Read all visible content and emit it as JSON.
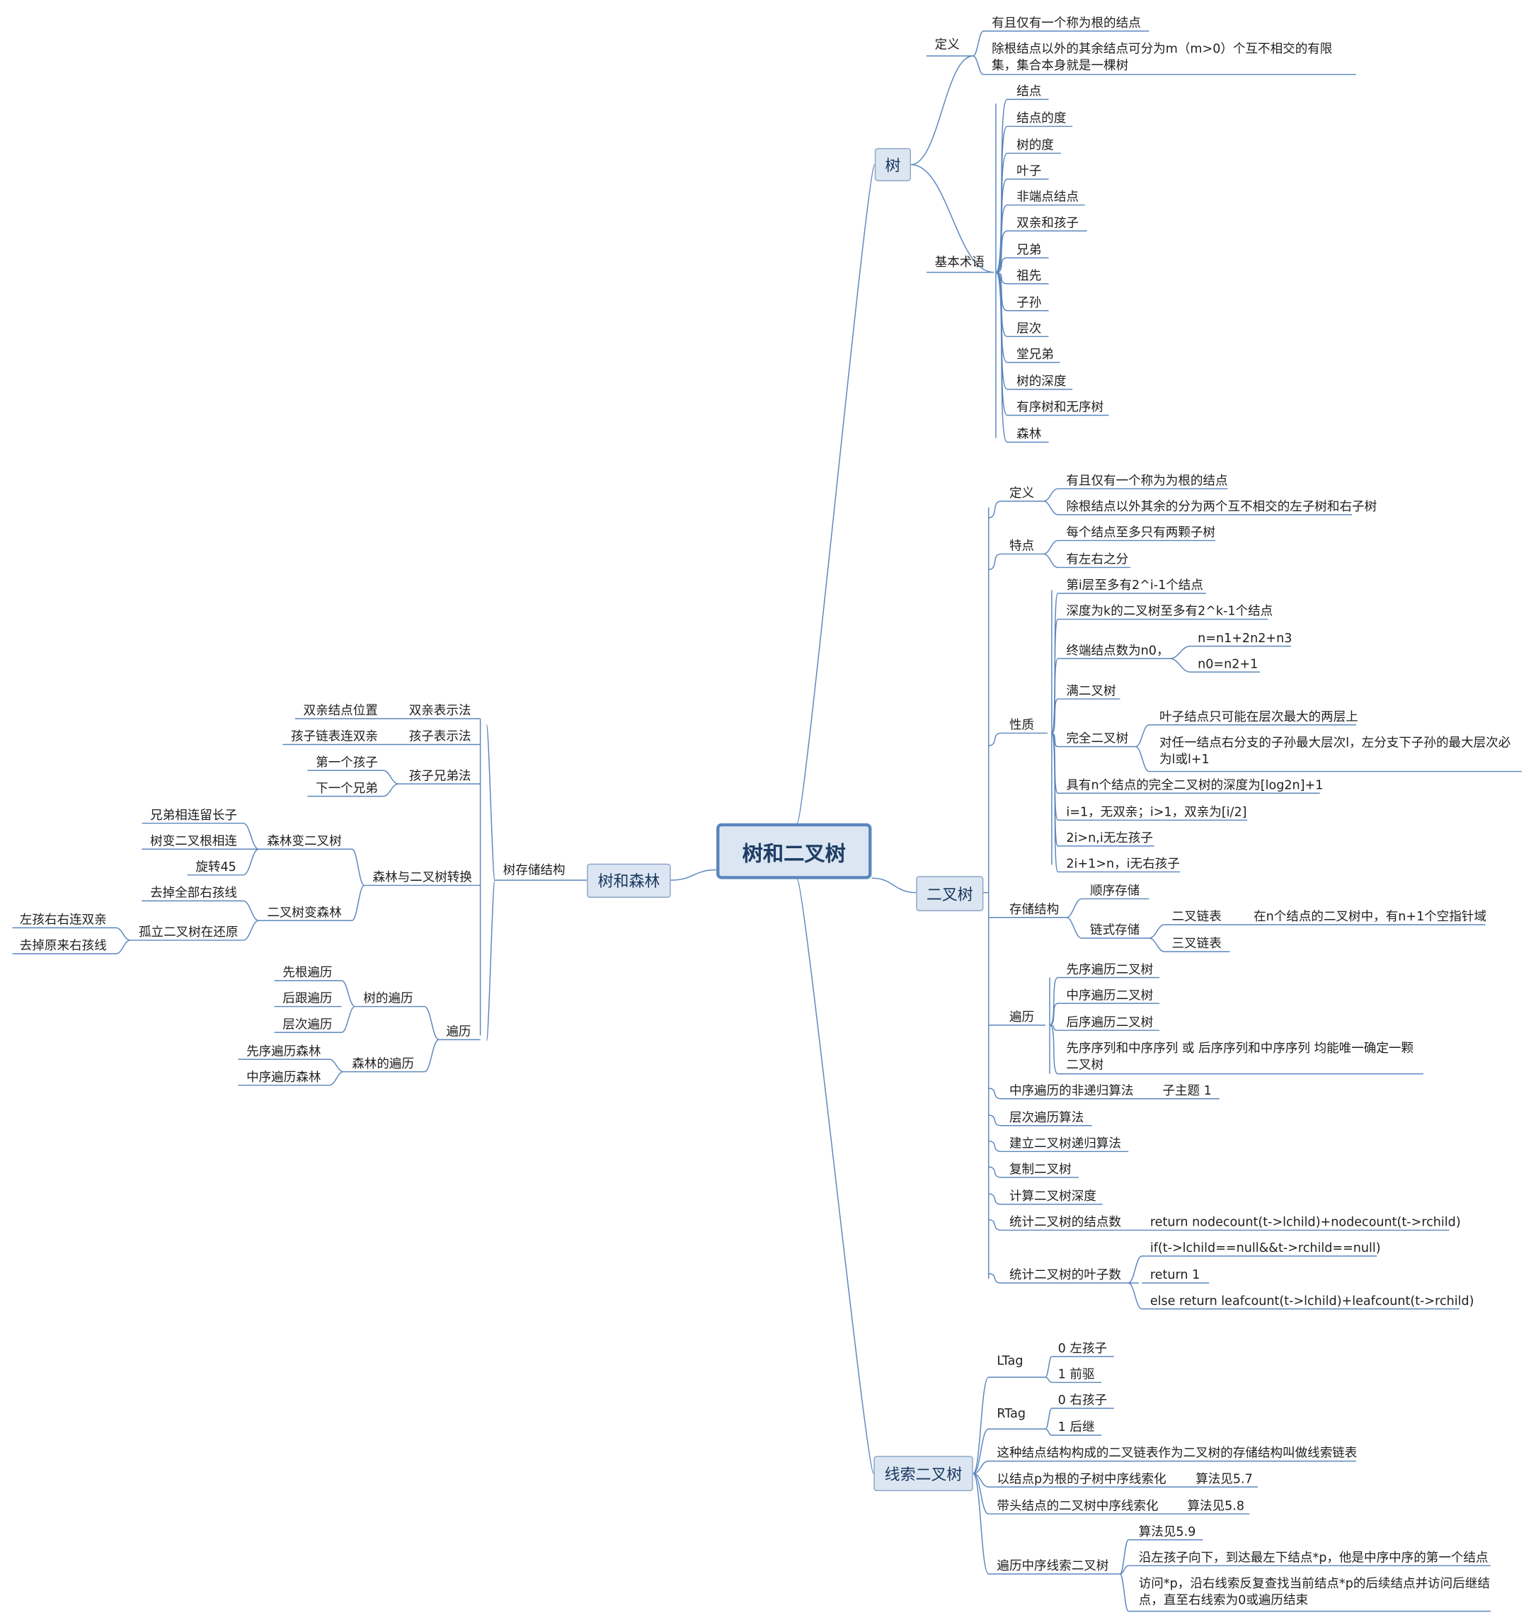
{
  "root": {
    "label": "树和二叉树"
  },
  "tree": {
    "label": "树",
    "def": {
      "label": "定义",
      "items": [
        "有且仅有一个称为根的结点",
        "除根结点以外的其余结点可分为m（m>0）个互不相交的有限集，集合本身就是一棵树"
      ]
    },
    "terms": {
      "label": "基本术语",
      "items": [
        "结点",
        "结点的度",
        "树的度",
        "叶子",
        "非端点结点",
        "双亲和孩子",
        "兄弟",
        "祖先",
        "子孙",
        "层次",
        "堂兄弟",
        "树的深度",
        "有序树和无序树",
        "森林"
      ]
    }
  },
  "bt": {
    "label": "二叉树",
    "def": {
      "label": "定义",
      "items": [
        "有且仅有一个称为为根的结点",
        "除根结点以外其余的分为两个互不相交的左子树和右子树"
      ]
    },
    "feat": {
      "label": "特点",
      "items": [
        "每个结点至多只有两颗子树",
        "有左右之分"
      ]
    },
    "prop": {
      "label": "性质",
      "p1": "第i层至多有2^i-1个结点",
      "p2": "深度为k的二叉树至多有2^k-1个结点",
      "p3": {
        "label": "终端结点数为n0，",
        "items": [
          "n=n1+2n2+n3",
          "n0=n2+1"
        ]
      },
      "p4": "满二叉树",
      "p5": {
        "label": "完全二叉树",
        "items": [
          "叶子结点只可能在层次最大的两层上",
          "对任一结点右分支的子孙最大层次l，左分支下子孙的最大层次必为l或l+1"
        ]
      },
      "p6": "具有n个结点的完全二叉树的深度为[log2n]+1",
      "p7": "i=1，无双亲；i>1，双亲为[i/2]",
      "p8": "2i>n,i无左孩子",
      "p9": "2i+1>n，i无右孩子"
    },
    "store": {
      "label": "存储结构",
      "seq": "顺序存储",
      "chain": {
        "label": "链式存储",
        "bin": "二叉链表",
        "bin_note": "在n个结点的二叉树中，有n+1个空指针域",
        "tri": "三叉链表"
      }
    },
    "trav": {
      "label": "遍历",
      "items": [
        "先序遍历二叉树",
        "中序遍历二叉树",
        "后序遍历二叉树",
        "先序序列和中序序列 或 后序序列和中序序列 均能唯一确定一颗二叉树"
      ]
    },
    "inorder_nr": {
      "label": "中序遍历的非递归算法",
      "child": "子主题 1"
    },
    "level": "层次遍历算法",
    "build": "建立二叉树递归算法",
    "copy": "复制二叉树",
    "depth": "计算二叉树深度",
    "count": {
      "label": "统计二叉树的结点数",
      "child": "return nodecount(t->lchild)+nodecount(t->rchild)"
    },
    "leaf": {
      "label": "统计二叉树的叶子数",
      "items": [
        "if(t->lchild==null&&t->rchild==null)",
        "return 1",
        "else return leafcount(t->lchild)+leafcount(t->rchild)"
      ]
    }
  },
  "thr": {
    "label": "线索二叉树",
    "ltag": {
      "label": "LTag",
      "items": [
        "0 左孩子",
        "1 前驱"
      ]
    },
    "rtag": {
      "label": "RTag",
      "items": [
        "0 右孩子",
        "1 后继"
      ]
    },
    "note": "这种结点结构构成的二叉链表作为二叉树的存储结构叫做线索链表",
    "a57": {
      "label": "以结点p为根的子树中序线索化",
      "child": "算法见5.7"
    },
    "a58": {
      "label": "带头结点的二叉树中序线索化",
      "child": "算法见5.8"
    },
    "trav": {
      "label": "遍历中序线索二叉树",
      "items": [
        "算法见5.9",
        "沿左孩子向下，到达最左下结点*p，他是中序中序的第一个结点",
        "访问*p，沿右线索反复查找当前结点*p的后续结点并访问后继结点，直至右线索为0或遍历结束"
      ]
    }
  },
  "forest": {
    "label": "树和森林",
    "store": {
      "label": "树存储结构",
      "parent": {
        "label": "双亲表示法",
        "child": "双亲结点位置"
      },
      "child": {
        "label": "孩子表示法",
        "child": "孩子链表连双亲"
      },
      "cs": {
        "label": "孩子兄弟法",
        "items": [
          "第一个孩子",
          "下一个兄弟"
        ]
      },
      "conv": {
        "label": "森林与二叉树转换",
        "f2b": {
          "label": "森林变二叉树",
          "items": [
            "兄弟相连留长子",
            "树变二叉根相连",
            "旋转45"
          ]
        },
        "b2f": {
          "label": "二叉树变森林",
          "item": "去掉全部右孩线",
          "restore": {
            "label": "孤立二叉树在还原",
            "items": [
              "左孩右右连双亲",
              "去掉原来右孩线"
            ]
          }
        }
      }
    },
    "trav": {
      "label": "遍历",
      "tree": {
        "label": "树的遍历",
        "items": [
          "先根遍历",
          "后跟遍历",
          "层次遍历"
        ]
      },
      "forest": {
        "label": "森林的遍历",
        "items": [
          "先序遍历森林",
          "中序遍历森林"
        ]
      }
    }
  },
  "colors": {
    "line": "#5b86bd",
    "box_fill": "#dce6f2",
    "box_border": "#8da6c8",
    "root_border": "#5b86bd"
  }
}
